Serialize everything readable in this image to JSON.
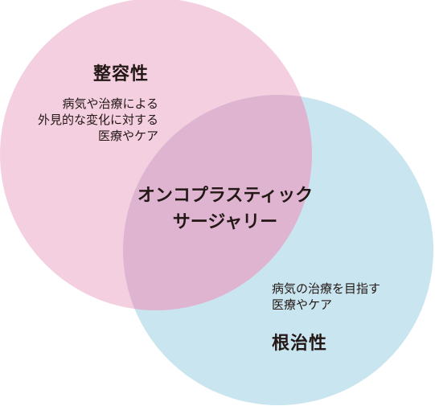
{
  "diagram": {
    "left_circle": {
      "title": "整容性",
      "description_lines": [
        "病気や治療による",
        "外見的な変化に対する",
        "医療やケア"
      ],
      "color": "#f4cfe0"
    },
    "right_circle": {
      "title": "根治性",
      "description_lines": [
        "病気の治療を目指す",
        "医療やケア"
      ],
      "color": "#c9e5f0"
    },
    "overlap": {
      "lines": [
        "オンコプラスティック",
        "サージャリー"
      ],
      "color": "#dfb4d0"
    }
  }
}
